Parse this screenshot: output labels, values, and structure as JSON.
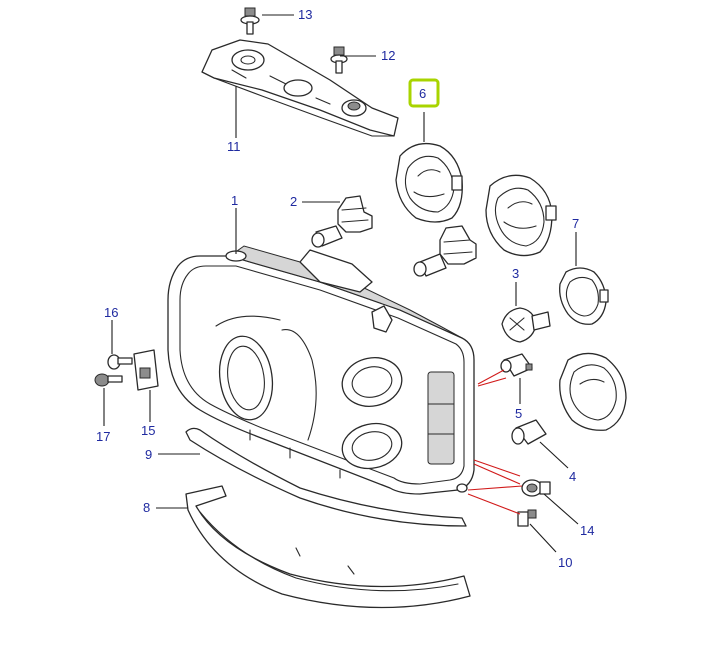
{
  "callouts": {
    "c1": "1",
    "c2": "2",
    "c3": "3",
    "c4": "4",
    "c5": "5",
    "c6": "6",
    "c7": "7",
    "c8": "8",
    "c9": "9",
    "c10": "10",
    "c11": "11",
    "c12": "12",
    "c13": "13",
    "c14": "14",
    "c15": "15",
    "c16": "16",
    "c17": "17"
  },
  "colors": {
    "label_text": "#1f2aa0",
    "highlight_box": "#a8d400",
    "red_leaders": "#d11a1a",
    "line_art": "#2a2a2a"
  },
  "highlighted_callout": "6"
}
